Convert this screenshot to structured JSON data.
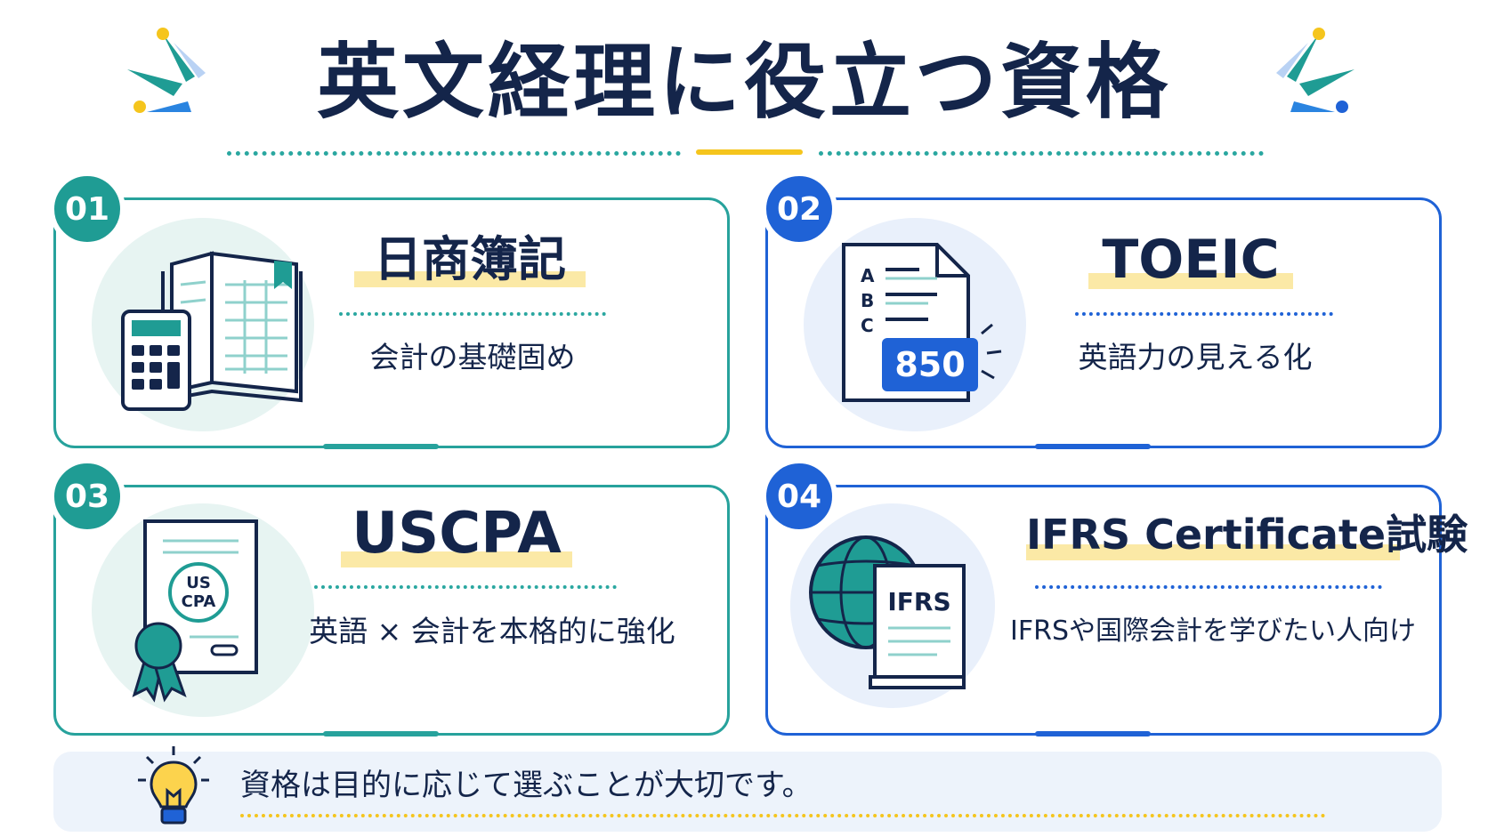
{
  "header": {
    "title": "英文経理に役立つ資格"
  },
  "colors": {
    "navy": "#14254a",
    "teal": "#1f9c94",
    "blue": "#1f62d6",
    "yellow": "#f5c51d",
    "highlight": "#fbe9a6"
  },
  "cards": [
    {
      "number": "01",
      "title": "日商簿記",
      "subtitle": "会計の基礎固め",
      "icon": "ledger-calculator-icon"
    },
    {
      "number": "02",
      "title": "TOEIC",
      "subtitle": "英語力の見える化",
      "icon": "test-sheet-icon",
      "icon_letters": [
        "A",
        "B",
        "C"
      ],
      "score": "850"
    },
    {
      "number": "03",
      "title": "USCPA",
      "subtitle": "英語 × 会計を本格的に強化",
      "icon": "certificate-icon",
      "seal_text": [
        "US",
        "CPA"
      ]
    },
    {
      "number": "04",
      "title": "IFRS Certificate試験",
      "subtitle": "IFRSや国際会計を学びたい人向け",
      "icon": "globe-book-icon",
      "book_label": "IFRS"
    }
  ],
  "tip": {
    "text": "資格は目的に応じて選ぶことが大切です。",
    "icon": "lightbulb-icon"
  }
}
